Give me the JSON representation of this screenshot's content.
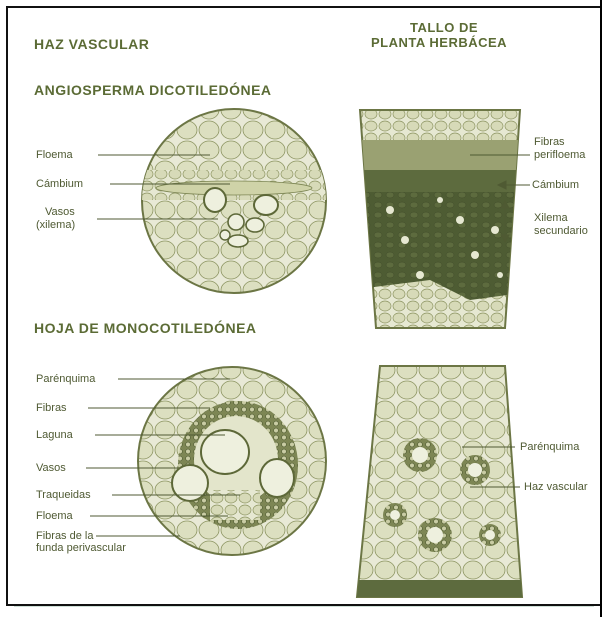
{
  "headings": {
    "haz_vascular": "HAZ VASCULAR",
    "tallo_line1": "TALLO DE",
    "tallo_line2": "PLANTA HERBÁCEA",
    "angiosperma": "ANGIOSPERMA DICOTILEDÓNEA",
    "hoja": "HOJA DE MONOCOTILEDÓNEA"
  },
  "dicot_labels": {
    "floema": "Floema",
    "cambium": "Cámbium",
    "vasos_line1": "Vasos",
    "vasos_line2": "(xilema)"
  },
  "tallo_top_labels": {
    "fibras_line1": "Fibras",
    "fibras_line2": "perifloema",
    "cambium": "Cámbium",
    "xilema_line1": "Xilema",
    "xilema_line2": "secundario"
  },
  "mono_labels": {
    "parenquima": "Parénquima",
    "fibras": "Fibras",
    "laguna": "Laguna",
    "vasos": "Vasos",
    "traqueidas": "Traqueidas",
    "floema": "Floema",
    "fibras_funda_line1": "Fibras de la",
    "fibras_funda_line2": "funda perivascular"
  },
  "tallo_bottom_labels": {
    "parenquima": "Parénquima",
    "haz_vascular": "Haz vascular"
  },
  "colors": {
    "heading": "#5b6b35",
    "tissue_light": "#e4e6cf",
    "tissue_mid": "#c3c79c",
    "tissue_dark": "#4c5a31",
    "outline": "#6c7645"
  }
}
